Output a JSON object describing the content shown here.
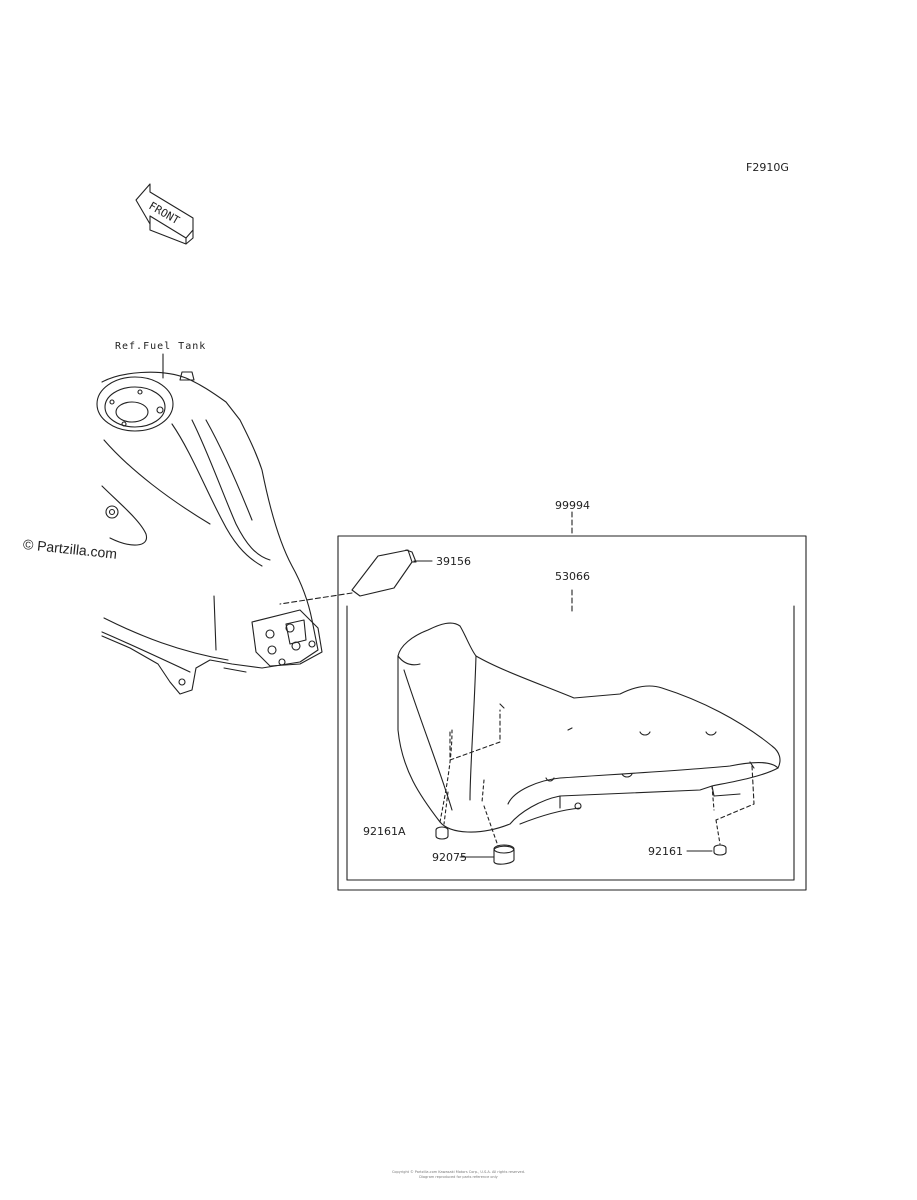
{
  "figure_code": "F2910G",
  "front_badge": "FRONT",
  "reference_label": "Ref.Fuel Tank",
  "watermark": "© Partzilla.com",
  "parts": {
    "kit": "99994",
    "badge": "39156",
    "seat": "53066",
    "left_grommet": "92161A",
    "damper": "92075",
    "right_grommet": "92161"
  },
  "footer": {
    "line1": "Copyright © Partzilla.com  Kawasaki Motors Corp., U.S.A. All rights reserved.",
    "line2": "Diagram reproduced for parts reference only"
  }
}
